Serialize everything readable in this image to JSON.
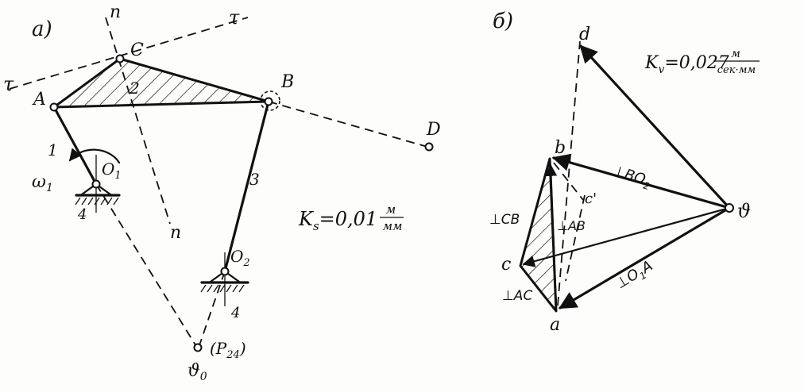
{
  "mechanism": {
    "panel_label": "а)",
    "points": {
      "A": "A",
      "B": "B",
      "C": "C",
      "D": "D",
      "O1": "O",
      "O1_sub": "1",
      "O2": "O",
      "O2_sub": "2",
      "v0": "ϑ",
      "v0_sub": "0",
      "P24": "(P",
      "P24_sub": "24",
      "P24_close": ")"
    },
    "links": {
      "l1": "1",
      "l2": "2",
      "l3": "3",
      "ground_left": "4",
      "ground_right": "4"
    },
    "axes": {
      "n_top": "n",
      "n_bottom": "n",
      "tau_left": "τ",
      "tau_right": "τ"
    },
    "omega": "ω",
    "omega_sub": "1",
    "scale": {
      "prefix": "K",
      "sub": "s",
      "value": "=0,01",
      "num": "м",
      "den": "мм"
    }
  },
  "velocity_plan": {
    "panel_label": "б)",
    "points": {
      "pole": "ϑ",
      "a": "a",
      "b": "b",
      "c": "c",
      "c_prime": "c'",
      "d": "d"
    },
    "labels": {
      "perp_BO2_pre": "⊥BO",
      "perp_BO2_sub": "2",
      "perp_O1A_pre": "⊥O",
      "perp_O1A_sub": "1",
      "perp_O1A_post": "A",
      "perp_CB": "⊥CB",
      "perp_AB": "⊥AB",
      "perp_AC": "⊥AC"
    },
    "scale": {
      "prefix": "K",
      "sub": "v",
      "value": "=0,027",
      "num": "м",
      "den": "сек·мм"
    }
  }
}
